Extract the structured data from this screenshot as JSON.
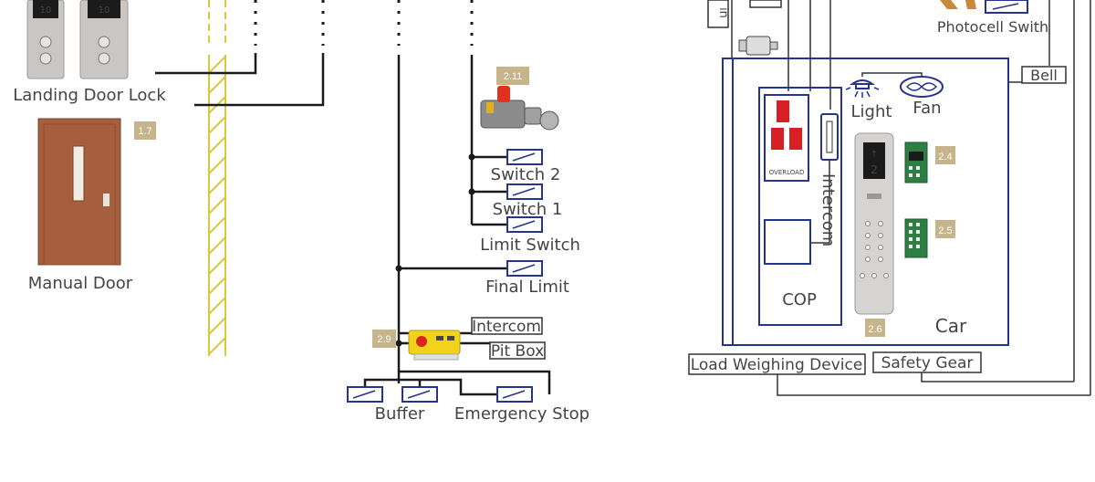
{
  "labels": {
    "landing_door_lock": "Landing Door Lock",
    "manual_door": "Manual Door",
    "switch2": "Switch 2",
    "switch1": "Switch 1",
    "limit_switch": "Limit Switch",
    "final_limit": "Final Limit",
    "intercom_pit": "Intercom",
    "pit_box": "Pit Box",
    "buffer": "Buffer",
    "emergency_stop": "Emergency Stop",
    "photocell": "Photocell Swith",
    "bell": "Bell",
    "light": "Light",
    "fan": "Fan",
    "intercom_car": "Intercom",
    "cop": "COP",
    "car": "Car",
    "overload": "OVERLOAD",
    "load_weighing": "Load Weighing Device",
    "safety_gear": "Safety Gear",
    "partial_top": "in"
  },
  "badges": {
    "b17": "1.7",
    "b211": "2.11",
    "b29": "2.9",
    "b24": "2.4",
    "b25": "2.5",
    "b26": "2.6"
  },
  "colors": {
    "wire": "#1a1a1a",
    "switch_blue": "#25348f",
    "badge": "#c7b48b",
    "door": "#a65f3e",
    "shaft_yellow": "#d8c93a",
    "digit_red": "#d91f26"
  }
}
